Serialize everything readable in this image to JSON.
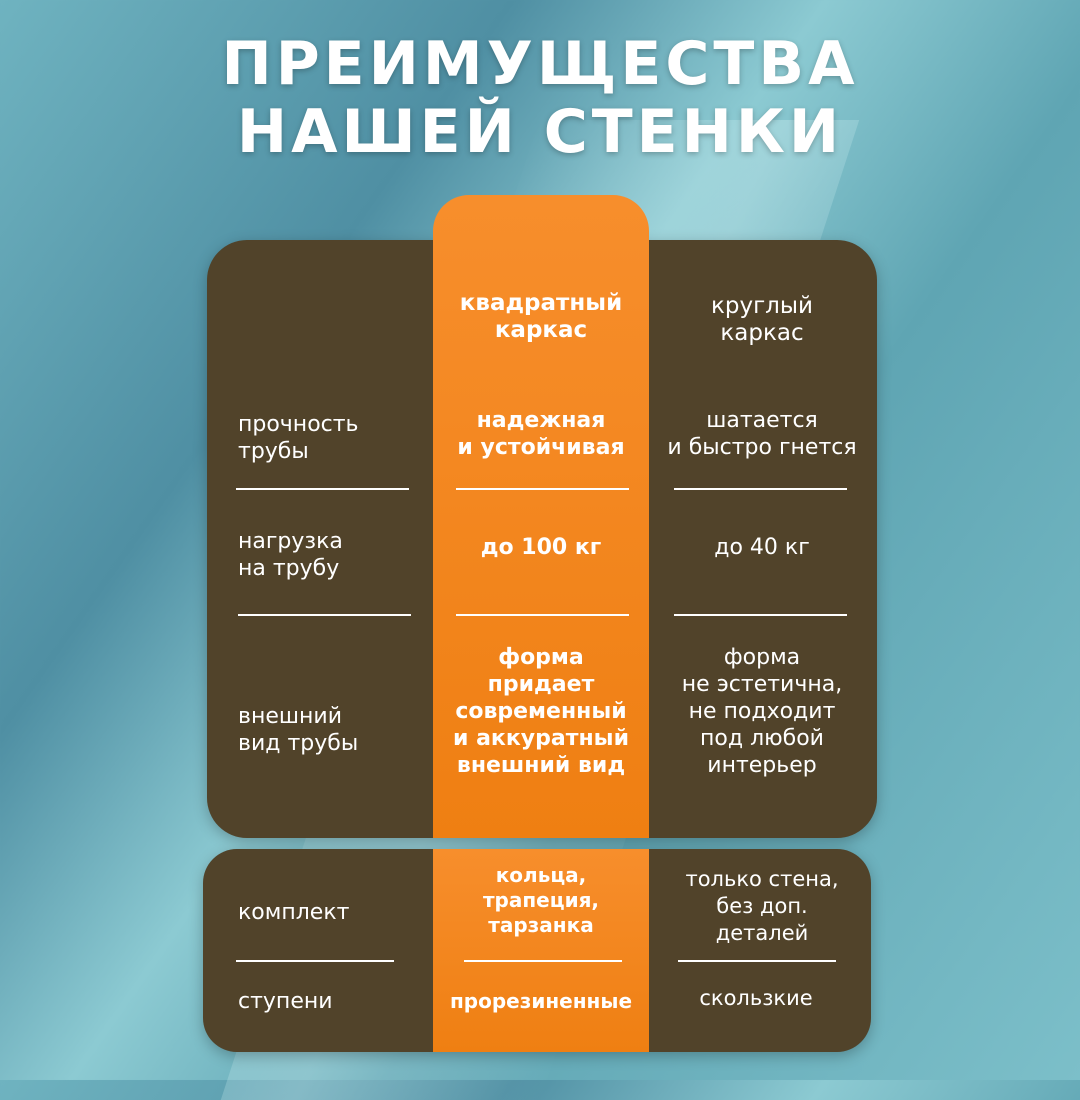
{
  "title": {
    "line1": "ПРЕИМУЩЕСТВА",
    "line2": "НАШЕЙ СТЕНКИ"
  },
  "columns": {
    "square": {
      "line1": "квадратный",
      "line2": "каркас"
    },
    "round": {
      "line1": "круглый",
      "line2": "каркас"
    }
  },
  "rows": [
    {
      "label": [
        "прочность",
        "трубы"
      ],
      "square": [
        "надежная",
        "и устойчивая"
      ],
      "round": [
        "шатается",
        "и быстро гнется"
      ]
    },
    {
      "label": [
        "нагрузка",
        "на трубу"
      ],
      "square": [
        "до 100 кг"
      ],
      "round": [
        "до 40 кг"
      ]
    },
    {
      "label": [
        "внешний",
        "вид трубы"
      ],
      "square": [
        "форма",
        "придает",
        "современный",
        "и аккуратный",
        "внешний вид"
      ],
      "round": [
        "форма",
        "не эстетична,",
        "не подходит",
        "под любой",
        "интерьер"
      ]
    },
    {
      "label": [
        "комплект"
      ],
      "square": [
        "кольца,",
        "трапеция,",
        "тарзанка"
      ],
      "round": [
        "только стена,",
        "без доп.",
        "деталей"
      ]
    },
    {
      "label": [
        "ступени"
      ],
      "square": [
        "прорезиненные"
      ],
      "round": [
        "скользкие"
      ]
    }
  ],
  "colors": {
    "panel": "#51432a",
    "accent": "#f28415",
    "text": "#ffffff"
  }
}
